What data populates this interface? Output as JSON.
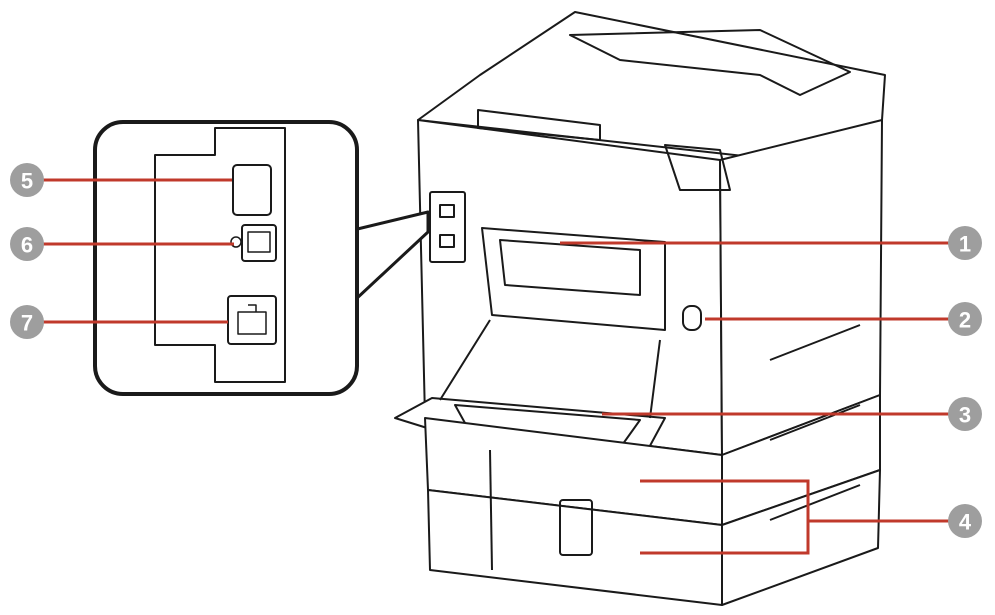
{
  "callouts": [
    {
      "number": "1",
      "side": "right"
    },
    {
      "number": "2",
      "side": "right"
    },
    {
      "number": "3",
      "side": "right"
    },
    {
      "number": "4",
      "side": "right"
    },
    {
      "number": "5",
      "side": "left"
    },
    {
      "number": "6",
      "side": "left"
    },
    {
      "number": "7",
      "side": "left"
    }
  ],
  "colors": {
    "leader_line": "#c0392b",
    "badge": "#9e9e9e",
    "outline": "#1a1a1a"
  }
}
